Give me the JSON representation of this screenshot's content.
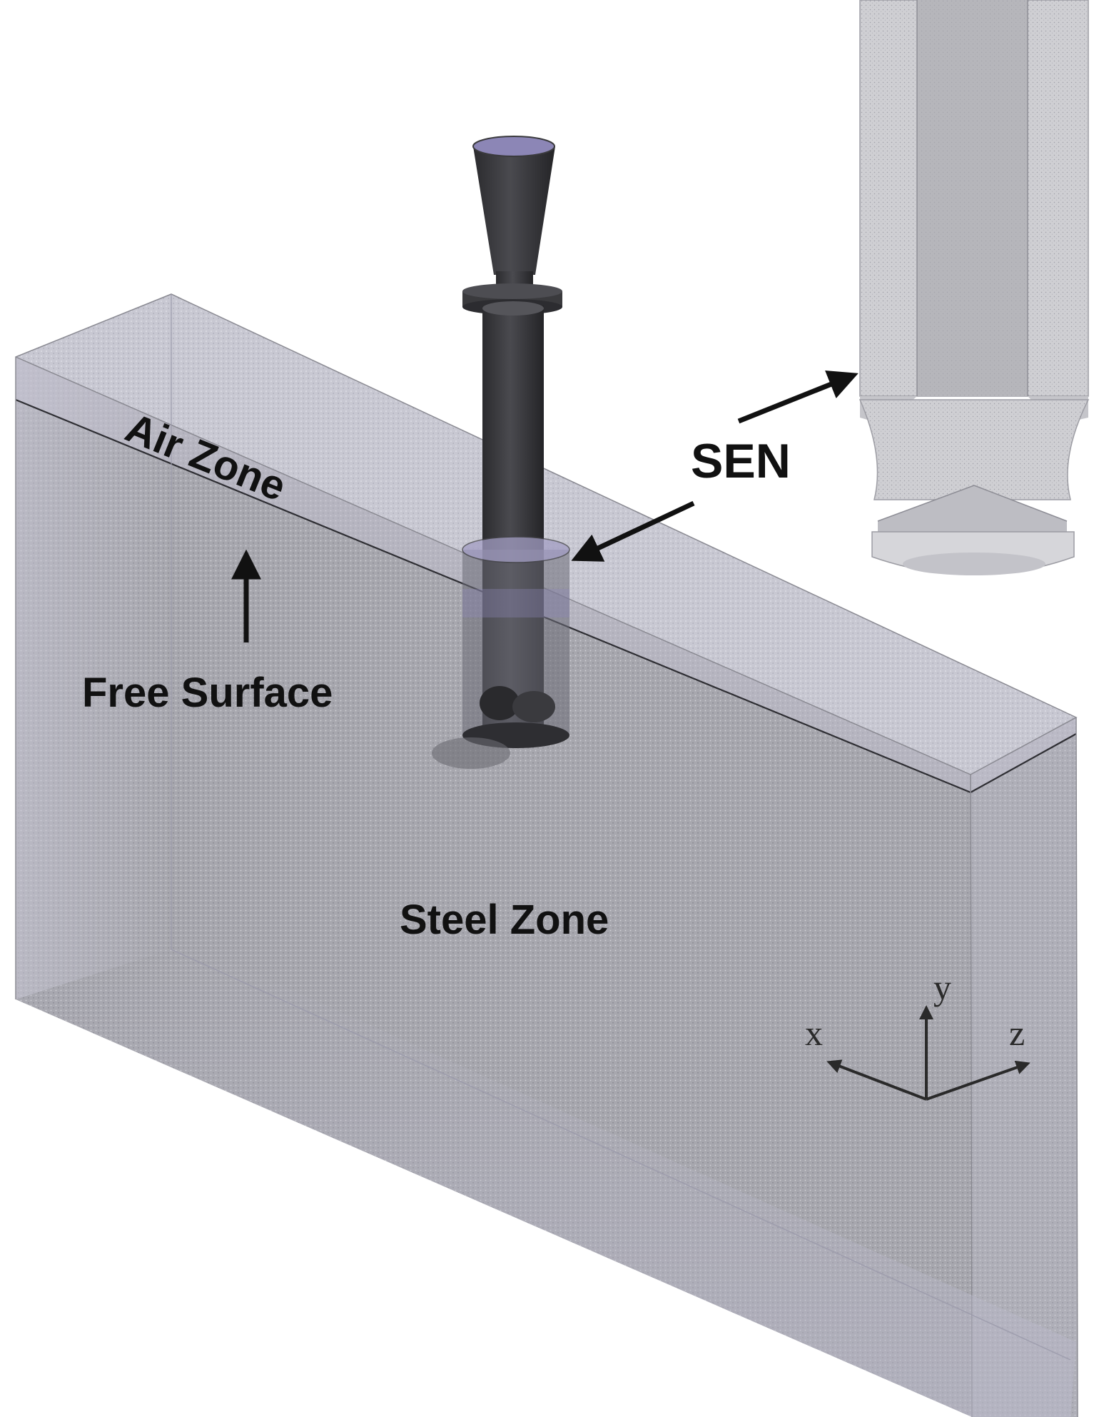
{
  "labels": {
    "air_zone": "Air Zone",
    "sen": "SEN",
    "free_surface": "Free Surface",
    "steel_zone": "Steel Zone"
  },
  "axes": {
    "x": "x",
    "y": "y",
    "z": "z"
  },
  "colors": {
    "mesh_gray": "#a9a9b0",
    "mesh_dark": "#8d8d96",
    "air_tint": "#c9c8d6",
    "nozzle": "#3a3a3d",
    "nozzle_top": "#8c86b6",
    "arrow": "#111111",
    "axis": "#2a2a2a"
  }
}
